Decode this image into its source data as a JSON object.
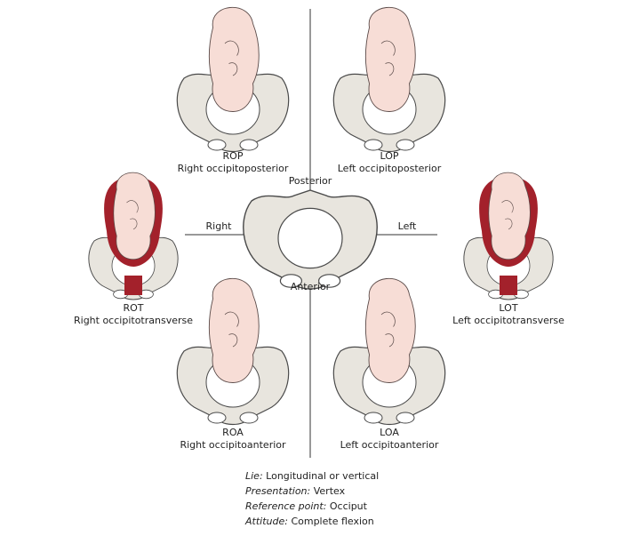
{
  "colors": {
    "bone": "#e8e5de",
    "bone_stroke": "#4a4a4a",
    "fetus": "#f7ddd6",
    "uterus": "#a3212b",
    "axis": "#333333"
  },
  "axes": {
    "posterior": "Posterior",
    "anterior": "Anterior",
    "right": "Right",
    "left": "Left"
  },
  "positions": [
    {
      "abbr": "ROP",
      "name": "Right occipitoposterior"
    },
    {
      "abbr": "LOP",
      "name": "Left occipitoposterior"
    },
    {
      "abbr": "ROT",
      "name": "Right occipitotransverse"
    },
    {
      "abbr": "LOT",
      "name": "Left occipitotransverse"
    },
    {
      "abbr": "ROA",
      "name": "Right occipitoanterior"
    },
    {
      "abbr": "LOA",
      "name": "Left occipitoanterior"
    }
  ],
  "legend": [
    {
      "term": "Lie:",
      "value": "Longitudinal or vertical"
    },
    {
      "term": "Presentation:",
      "value": "Vertex"
    },
    {
      "term": "Reference point:",
      "value": "Occiput"
    },
    {
      "term": "Attitude:",
      "value": "Complete flexion"
    }
  ]
}
